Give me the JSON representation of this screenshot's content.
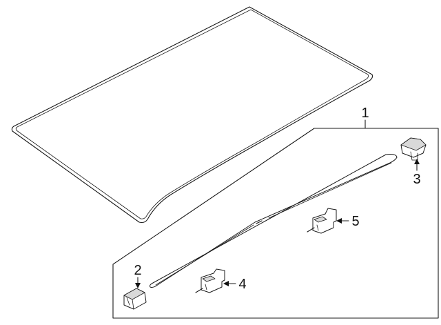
{
  "diagram": {
    "callouts": [
      {
        "id": "callout-1",
        "number": "1"
      },
      {
        "id": "callout-2",
        "number": "2"
      },
      {
        "id": "callout-3",
        "number": "3"
      },
      {
        "id": "callout-4",
        "number": "4"
      },
      {
        "id": "callout-5",
        "number": "5"
      }
    ]
  }
}
